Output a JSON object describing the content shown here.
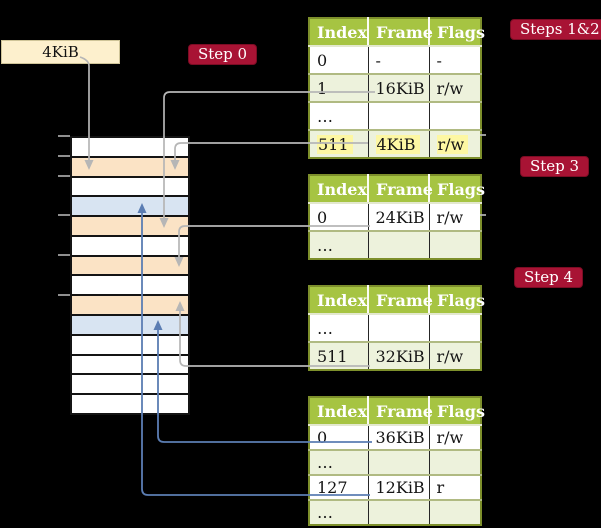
{
  "register_box": {
    "label": "4KiB"
  },
  "badges": {
    "step0": "Step 0",
    "steps12": "Steps 1&2",
    "step3": "Step 3",
    "step4": "Step 4"
  },
  "tables": [
    {
      "id": "root-table-steps-1-2",
      "headers": [
        "Index",
        "Frame",
        "Flags"
      ],
      "rows": [
        {
          "index": "0",
          "frame": "-",
          "flags": "-"
        },
        {
          "index": "1",
          "frame": "16KiB",
          "flags": "r/w"
        },
        {
          "index": "…",
          "frame": "",
          "flags": ""
        },
        {
          "index": "511",
          "frame": "4KiB",
          "flags": "r/w"
        }
      ]
    },
    {
      "id": "table-step-3",
      "headers": [
        "Index",
        "Frame",
        "Flags"
      ],
      "rows": [
        {
          "index": "0",
          "frame": "24KiB",
          "flags": "r/w"
        },
        {
          "index": "…",
          "frame": "",
          "flags": ""
        }
      ]
    },
    {
      "id": "table-step-4",
      "headers": [
        "Index",
        "Frame",
        "Flags"
      ],
      "rows": [
        {
          "index": "…",
          "frame": "",
          "flags": ""
        },
        {
          "index": "511",
          "frame": "32KiB",
          "flags": "r/w"
        }
      ]
    },
    {
      "id": "leaf-table",
      "headers": [
        "Index",
        "Frame",
        "Flags"
      ],
      "rows": [
        {
          "index": "0",
          "frame": "36KiB",
          "flags": "r/w"
        },
        {
          "index": "…",
          "frame": "",
          "flags": ""
        },
        {
          "index": "127",
          "frame": "12KiB",
          "flags": "r"
        },
        {
          "index": "…",
          "frame": "",
          "flags": ""
        }
      ]
    }
  ],
  "memory": {
    "rows": [
      {
        "fill": "white"
      },
      {
        "fill": "peach"
      },
      {
        "fill": "white"
      },
      {
        "fill": "blue"
      },
      {
        "fill": "peach"
      },
      {
        "fill": "white"
      },
      {
        "fill": "peach"
      },
      {
        "fill": "white"
      },
      {
        "fill": "peach"
      },
      {
        "fill": "blue"
      },
      {
        "fill": "white"
      },
      {
        "fill": "white"
      },
      {
        "fill": "white"
      },
      {
        "fill": "white"
      }
    ]
  },
  "colors": {
    "background": "#000000",
    "table_header_green": "#a6c442",
    "table_border_olive": "#7d8f2b",
    "row_shade_green": "#edf2dc",
    "highlight_yellow": "#fdf7a3",
    "badge_red": "#a81334",
    "register_cream": "#fdf0cd",
    "page_table_peach": "#fbe3c5",
    "data_page_blue": "#d8e4f2",
    "connector_gray": "#b6b6b6",
    "connector_blue": "#5b7db3"
  }
}
